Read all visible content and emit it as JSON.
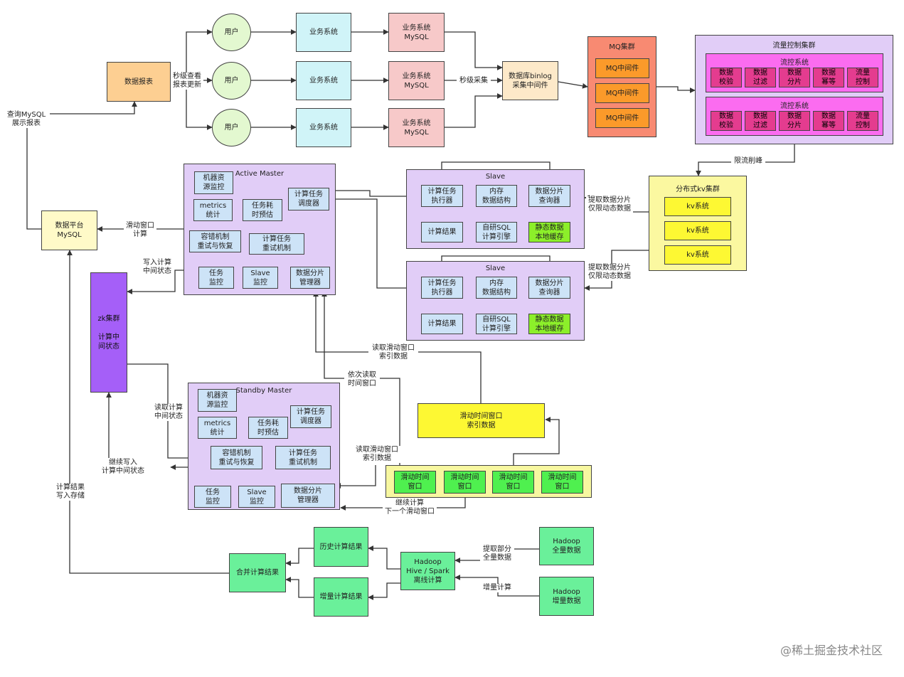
{
  "report": {
    "box": "数据报表",
    "in_label": "查询MySQL\n展示报表",
    "mid_label": "秒级查看\n报表更新"
  },
  "users": [
    "用户",
    "用户",
    "用户"
  ],
  "biz": [
    "业务系统",
    "业务系统",
    "业务系统"
  ],
  "bizdb": [
    "业务系统\nMySQL",
    "业务系统\nMySQL",
    "业务系统\nMySQL"
  ],
  "collect": {
    "label": "秒级采集",
    "box": "数据库binlog\n采集中间件"
  },
  "mq": {
    "title": "MQ集群",
    "items": [
      "MQ中间件",
      "MQ中间件",
      "MQ中间件"
    ]
  },
  "flow": {
    "title": "流量控制集群",
    "subs": [
      {
        "title": "流控系统",
        "items": [
          "数据\n校验",
          "数据\n过滤",
          "数据\n分片",
          "数据\n幂等",
          "流量\n控制"
        ]
      },
      {
        "title": "流控系统",
        "items": [
          "数据\n校验",
          "数据\n过滤",
          "数据\n分片",
          "数据\n幂等",
          "流量\n控制"
        ]
      }
    ],
    "out_label": "限流削峰"
  },
  "kv": {
    "title": "分布式kv集群",
    "items": [
      "kv系统",
      "kv系统",
      "kv系统"
    ],
    "label": "提取数据分片\n仅限动态数据"
  },
  "platform": {
    "box": "数据平台\nMySQL",
    "sliding_label": "滑动窗口\n计算",
    "store_label": "计算结果\n写入存储"
  },
  "active": {
    "title": "Active Master",
    "machine": "机器资\n源监控",
    "sched": "计算任务\n调度器",
    "metrics": "metrics\n统计",
    "estimate": "任务耗\n时预估",
    "fault": "容错机制\n重试与恢复",
    "retry": "计算任务\n重试机制",
    "task": "任务\n监控",
    "slavemon": "Slave\n监控",
    "shard": "数据分片\n管理器"
  },
  "standby": {
    "title": "Standby Master",
    "machine": "机器资\n源监控",
    "sched": "计算任务\n调度器",
    "metrics": "metrics\n统计",
    "estimate": "任务耗\n时预估",
    "fault": "容错机制\n重试与恢复",
    "retry": "计算任务\n重试机制",
    "task": "任务\n监控",
    "slavemon": "Slave\n监控",
    "shard": "数据分片\n管理器"
  },
  "slaves": [
    {
      "title": "Slave",
      "exec": "计算任务\n执行器",
      "mem": "内存\n数据结构",
      "query": "数据分片\n查询器",
      "result": "计算结果",
      "sql": "自研SQL\n计算引擎",
      "static": "静态数据\n本地缓存"
    },
    {
      "title": "Slave",
      "exec": "计算任务\n执行器",
      "mem": "内存\n数据结构",
      "query": "数据分片\n查询器",
      "result": "计算结果",
      "sql": "自研SQL\n计算引擎",
      "static": "静态数据\n本地缓存"
    }
  ],
  "zk": {
    "box": "zk集群\n\n计算中\n间状态",
    "write_label": "写入计算\n中间状态",
    "read_label": "读取计算\n中间状态",
    "cont_label": "继续写入\n计算中间状态"
  },
  "window": {
    "index": "滑动时间窗口\n索引数据",
    "read1": "读取滑动窗口\n索引数据",
    "read2": "依次读取\n时间窗口",
    "read3": "读取滑动窗口\n索引数据",
    "next": "继续计算\n下一个滑动窗口",
    "items": [
      "滑动时间\n窗口",
      "滑动时间\n窗口",
      "滑动时间\n窗口",
      "滑动时间\n窗口"
    ]
  },
  "offline": {
    "hist": "历史计算结果",
    "incr": "增量计算结果",
    "merge": "合并计算结果",
    "hive": "Hadoop\nHive / Spark\n离线计算",
    "full": "Hadoop\n全量数据",
    "incdata": "Hadoop\n增量数据",
    "full_label": "提取部分\n全量数据",
    "inc_label": "增量计算"
  },
  "watermark": "@稀土掘金技术社区"
}
